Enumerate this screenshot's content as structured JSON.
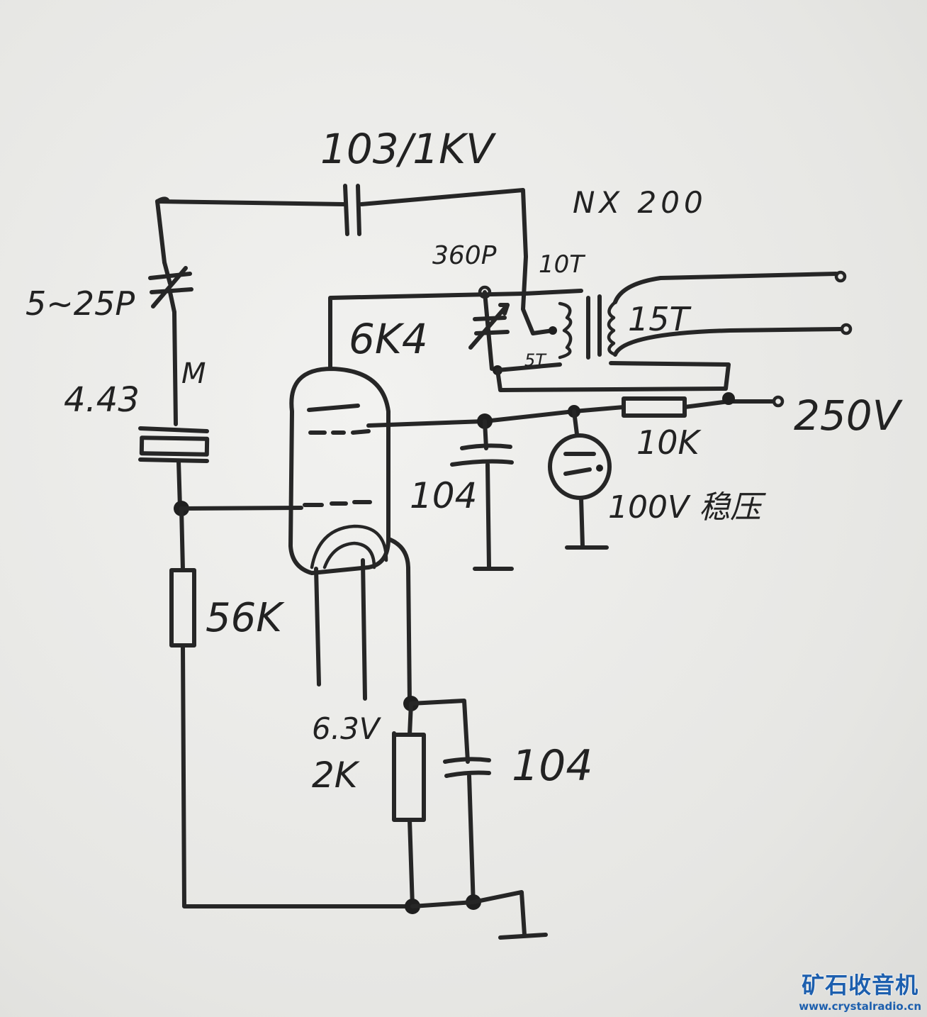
{
  "labels": {
    "coupling_cap": "103/1KV",
    "transformer": "NX 200",
    "variable_cap_left": "5~25P",
    "variable_cap_mid": "360P",
    "primary_turns": "10T",
    "tap_turns": "5T",
    "secondary_turns": "15T",
    "tube": "6K4",
    "crystal_freq": "4.43",
    "crystal_unit": "M",
    "screen_cap": "104",
    "dropping_resistor": "10K",
    "supply": "250V",
    "regulator": "100V 稳压",
    "grid_resistor": "56K",
    "heater": "6.3V",
    "cathode_resistor": "2K",
    "cathode_cap": "104"
  },
  "watermark": {
    "title": "矿石收音机",
    "url": "www.crystalradio.cn"
  },
  "colors": {
    "ink": "#262626",
    "paper": "#eeeeec",
    "watermark": "#1d5fae"
  }
}
